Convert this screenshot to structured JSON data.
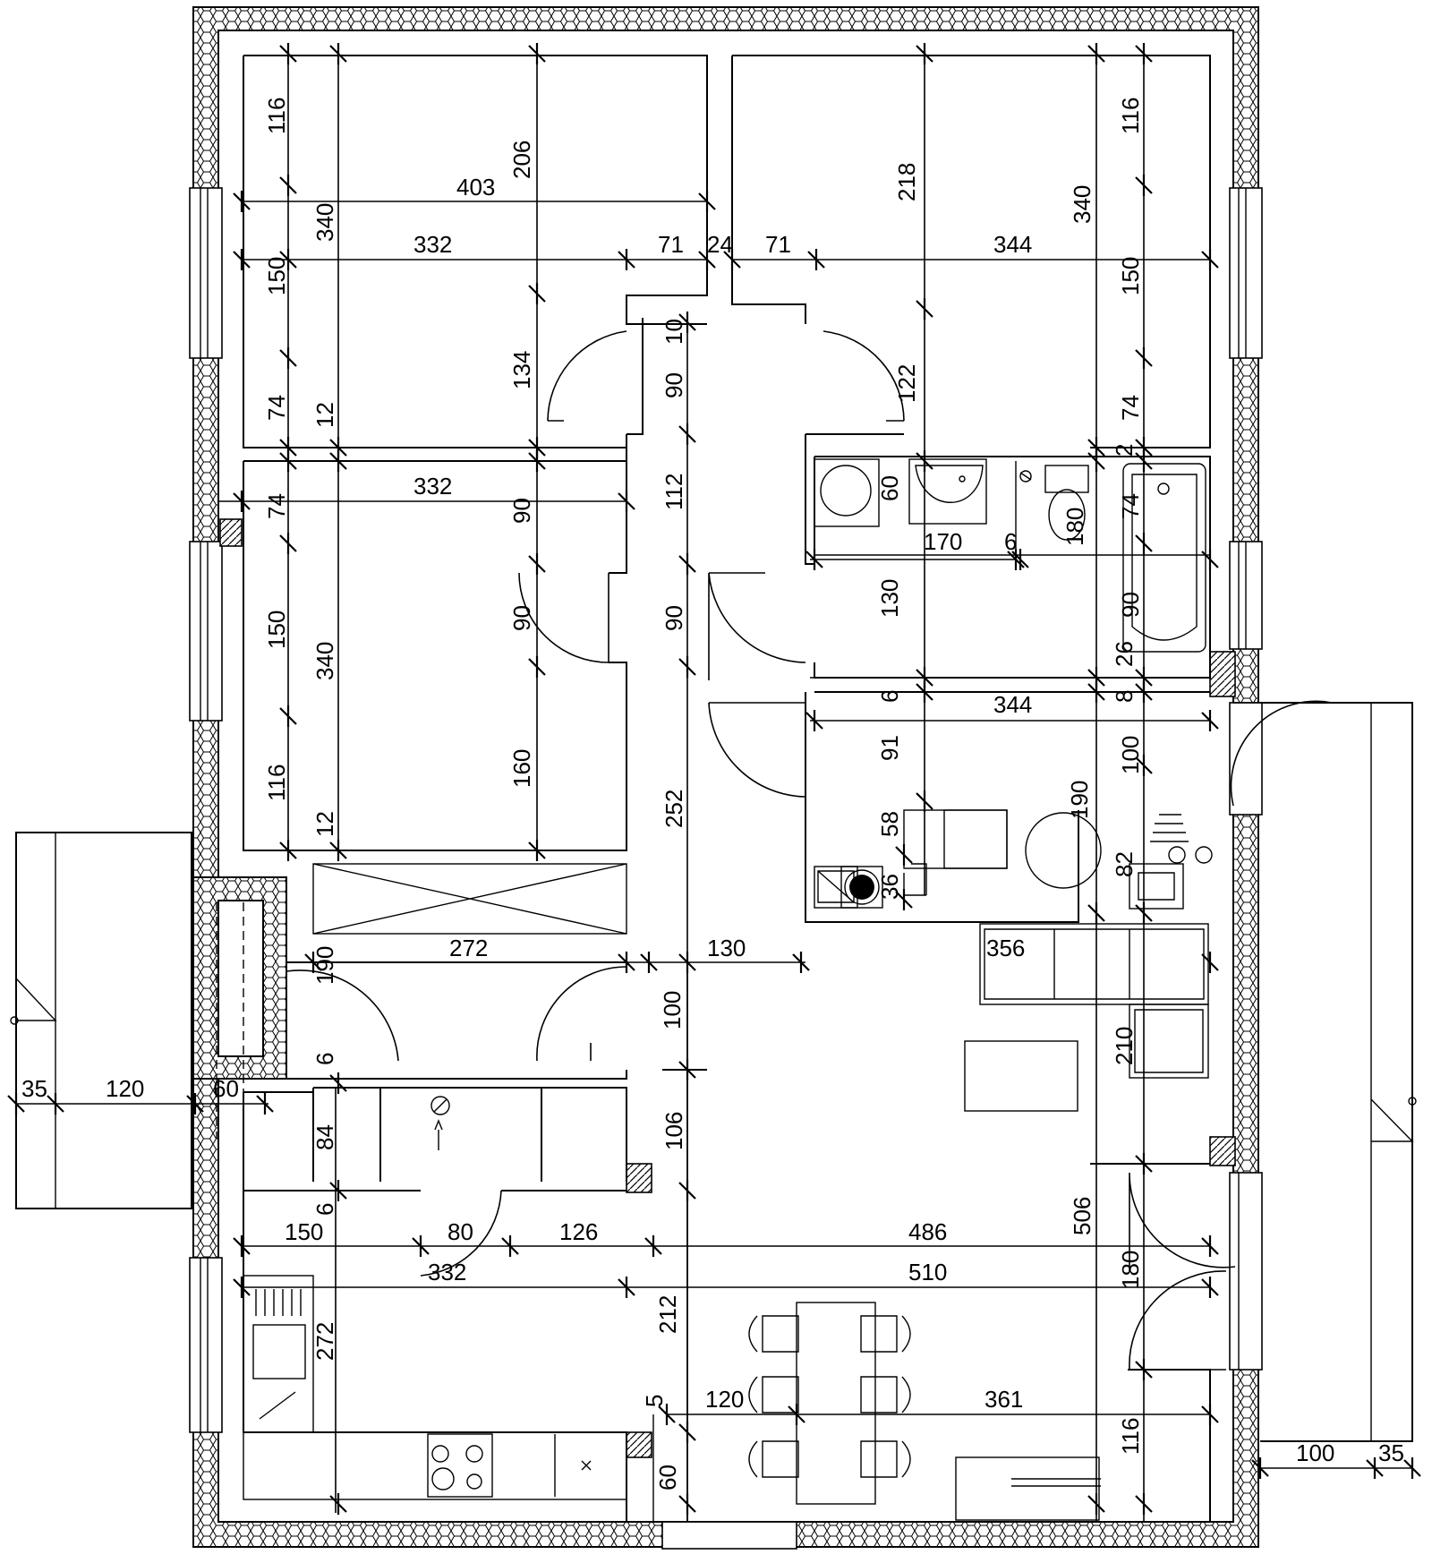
{
  "dimension_labels": {
    "d116a": "116",
    "d403": "403",
    "d206": "206",
    "d340a": "340",
    "d332a": "332",
    "d71a": "71",
    "d24": "24",
    "d71b": "71",
    "d218": "218",
    "d344a": "344",
    "d340b": "340",
    "d116b": "116",
    "d150a": "150",
    "d150b": "150",
    "d10": "10",
    "d90a": "90",
    "d134": "134",
    "d122": "122",
    "d74a": "74",
    "d12a": "12",
    "d74b": "74",
    "d2": "2",
    "d60a": "60",
    "d332b": "332",
    "d74c": "74",
    "d90b": "90",
    "d112": "112",
    "d170": "170",
    "d6a": "6",
    "d180a": "180",
    "d74d": "74",
    "d130a": "130",
    "d90c": "90",
    "d150c": "150",
    "d340c": "340",
    "d90d": "90",
    "d90e": "90",
    "d26": "26",
    "d8": "8",
    "d6b": "6",
    "d344b": "344",
    "d91": "91",
    "d100a": "100",
    "d116c": "116",
    "d160": "160",
    "d252": "252",
    "d190a": "190",
    "d58": "58",
    "d82": "82",
    "d12b": "12",
    "d36": "36",
    "d356": "356",
    "d190b": "190",
    "d272a": "272",
    "d130b": "130",
    "d100b": "100",
    "d210": "210",
    "d6c": "6",
    "d35a": "35",
    "d120a": "120",
    "d60b": "60",
    "d84": "84",
    "d106": "106",
    "d6d": "6",
    "d150d": "150",
    "d80": "80",
    "d126": "126",
    "d486": "486",
    "d506": "506",
    "d332c": "332",
    "d510": "510",
    "d180b": "180",
    "d272b": "272",
    "d212": "212",
    "d5": "5",
    "d120b": "120",
    "d361": "361",
    "d116d": "116",
    "d60c": "60",
    "d100c": "100",
    "d35b": "35"
  }
}
